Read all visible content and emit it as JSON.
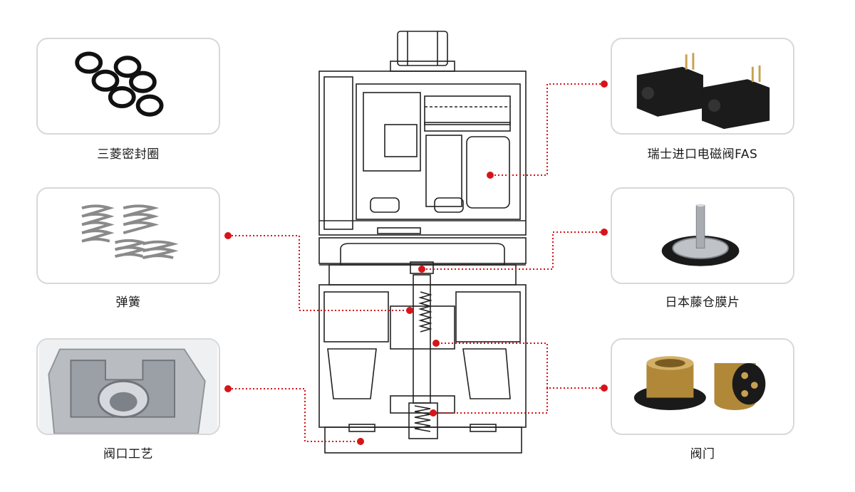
{
  "components": {
    "oring": {
      "label": "三菱密封圈",
      "icon": "o-ring-photo"
    },
    "spring": {
      "label": "弹簧",
      "icon": "spring-photo"
    },
    "valve_port": {
      "label": "阀口工艺",
      "icon": "valve-port-photo"
    },
    "solenoid": {
      "label": "瑞士进口电磁阀FAS",
      "icon": "solenoid-valve-photo"
    },
    "diaphragm": {
      "label": "日本藤仓膜片",
      "icon": "diaphragm-photo"
    },
    "valve": {
      "label": "阀门",
      "icon": "valve-photo"
    }
  },
  "colors": {
    "callout": "#d7141a",
    "card_border": "#d8d8d8",
    "line_art": "#222222"
  }
}
